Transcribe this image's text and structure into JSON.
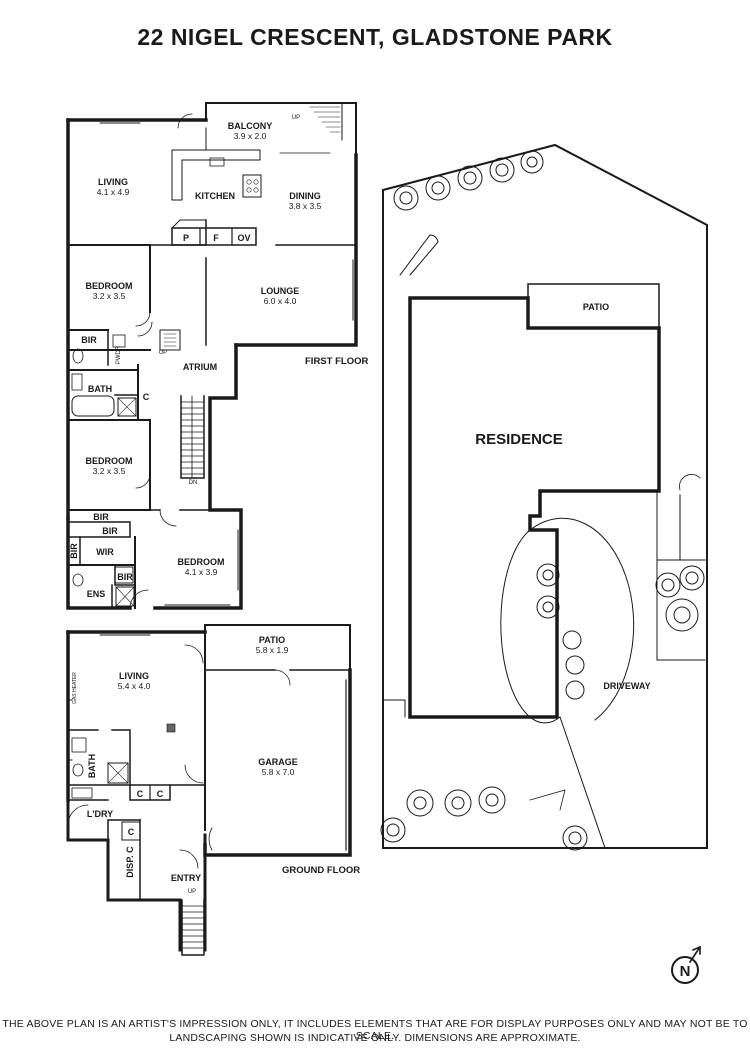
{
  "title": "22 NIGEL CRESCENT, GLADSTONE PARK",
  "first_floor": {
    "label": "FIRST FLOOR",
    "balcony": {
      "name": "BALCONY",
      "dims": "3.9 x 2.0"
    },
    "living": {
      "name": "LIVING",
      "dims": "4.1 x 4.9"
    },
    "kitchen": {
      "name": "KITCHEN"
    },
    "dining": {
      "name": "DINING",
      "dims": "3.8 x 3.5"
    },
    "pantry": "P",
    "fridge": "F",
    "oven": "OV",
    "bedroom1": {
      "name": "BEDROOM",
      "dims": "3.2 x 3.5"
    },
    "lounge": {
      "name": "LOUNGE",
      "dims": "6.0 x 4.0"
    },
    "bir1": "BIR",
    "pwdr": "PWDR",
    "bath": "BATH",
    "c1": "C",
    "atrium": "ATRIUM",
    "up": "UP",
    "dn": "DN",
    "bedroom2": {
      "name": "BEDROOM",
      "dims": "3.2 x 3.5"
    },
    "bir2": "BIR",
    "bir3": "BIR",
    "bir4": "BIR",
    "bir5": "BIR",
    "wir": "WIR",
    "bedroom3": {
      "name": "BEDROOM",
      "dims": "4.1 x 3.9"
    },
    "ens": "ENS",
    "balcony_up": "UP"
  },
  "ground_floor": {
    "label": "GROUND FLOOR",
    "patio": {
      "name": "PATIO",
      "dims": "5.8 x 1.9"
    },
    "living": {
      "name": "LIVING",
      "dims": "5.4 x 4.0"
    },
    "gas_heater": "GAS HEATER",
    "garage": {
      "name": "GARAGE",
      "dims": "5.8 x 7.0"
    },
    "bath": "BATH",
    "c1": "C",
    "c2": "C",
    "c3": "C",
    "ldry": "L'DRY",
    "disp_c": "DISP. C",
    "entry": "ENTRY",
    "up": "UP"
  },
  "site": {
    "patio": "PATIO",
    "residence": "RESIDENCE",
    "driveway": "DRIVEWAY",
    "north": "N"
  },
  "disclaimer": {
    "line1": "THE ABOVE PLAN IS AN ARTIST'S IMPRESSION ONLY, IT INCLUDES ELEMENTS THAT ARE FOR DISPLAY PURPOSES ONLY AND MAY NOT BE TO SCALE.",
    "line2": "LANDSCAPING SHOWN IS INDICATIVE ONLY. DIMENSIONS ARE APPROXIMATE."
  }
}
